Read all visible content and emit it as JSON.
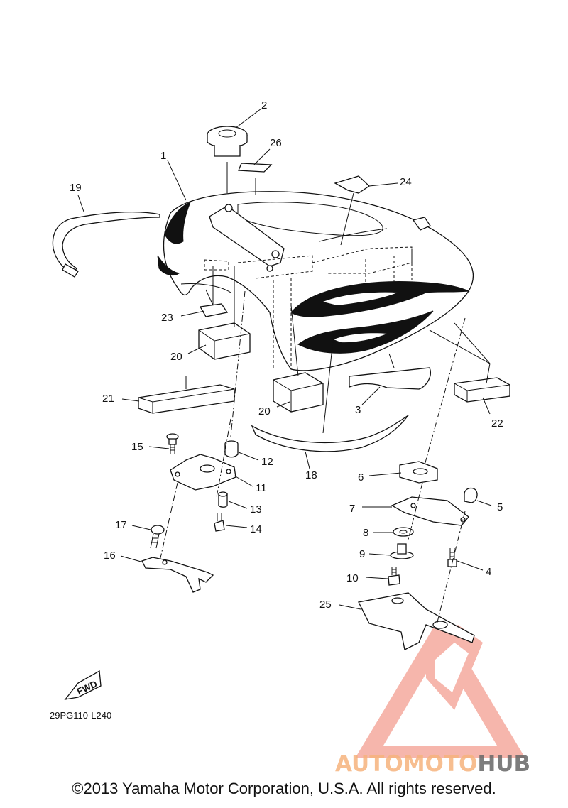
{
  "diagram": {
    "callouts": [
      "1",
      "2",
      "3",
      "4",
      "5",
      "6",
      "7",
      "8",
      "9",
      "10",
      "11",
      "12",
      "13",
      "14",
      "15",
      "16",
      "17",
      "18",
      "19",
      "20",
      "20",
      "21",
      "22",
      "23",
      "24",
      "25",
      "26"
    ],
    "fwd_label": "FWD",
    "drawing_code": "29PG110-L240"
  },
  "watermark": {
    "part1": "AUTOMOTO",
    "part2": "HUB",
    "colors": {
      "accent": "#f07c6a",
      "light": "#f6b37c",
      "dark": "#666666"
    }
  },
  "footer": {
    "copyright": "©2013 Yamaha Motor Corporation, U.S.A. All rights reserved."
  }
}
